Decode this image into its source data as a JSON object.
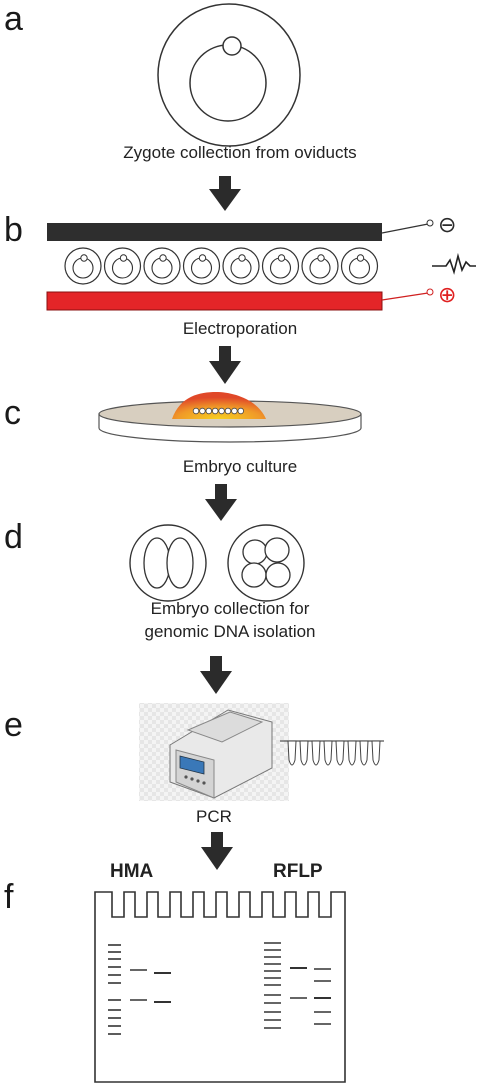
{
  "steps": [
    {
      "letter": "a",
      "caption": "Zygote collection from oviducts"
    },
    {
      "letter": "b",
      "caption": "Electroporation"
    },
    {
      "letter": "c",
      "caption": "Embryo culture"
    },
    {
      "letter": "d",
      "caption_line1": "Embryo collection for",
      "caption_line2": "genomic DNA isolation"
    },
    {
      "letter": "e",
      "caption": "PCR"
    },
    {
      "letter": "f"
    }
  ],
  "electrodes": {
    "negative_symbol": "⊖",
    "positive_symbol": "⊕",
    "negative_color": "#2b2b2b",
    "positive_color": "#e02020"
  },
  "gel": {
    "left_label": "HMA",
    "right_label": "RFLP"
  },
  "colors": {
    "arrow": "#2b2b2b",
    "negative_plate": "#2e2e2e",
    "positive_plate": "#e42528",
    "dish_drop_inner": "#f0a020",
    "dish_drop_outer": "#e04828"
  }
}
